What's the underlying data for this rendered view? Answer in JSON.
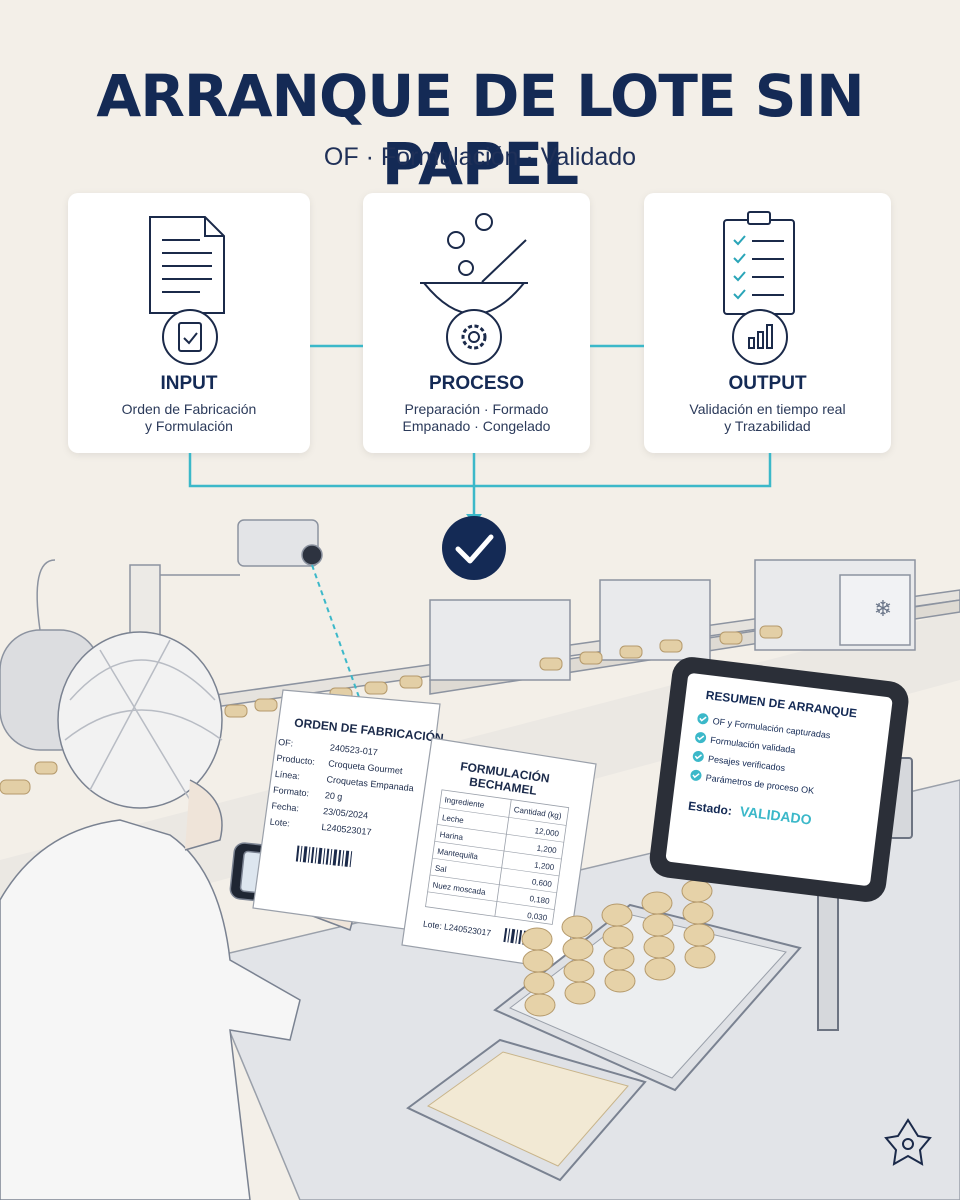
{
  "header": {
    "title": "ARRANQUE DE LOTE SIN PAPEL",
    "subtitle": "OF · Formulación · Validado"
  },
  "steps": [
    {
      "icon": "document-checklist-icon",
      "title": "INPUT",
      "line1": "Orden de Fabricación",
      "line2": "y Formulación"
    },
    {
      "icon": "mixing-bowl-gear-icon",
      "title": "PROCESO",
      "line1": "Preparación · Formado",
      "line2": "Empanado · Congelado"
    },
    {
      "icon": "clipboard-chart-icon",
      "title": "OUTPUT",
      "line1": "Validación en tiempo real",
      "line2": "y Trazabilidad"
    }
  ],
  "order_sheet": {
    "title": "ORDEN DE FABRICACIÓN",
    "rows": [
      {
        "label": "OF:",
        "value": "240523-017"
      },
      {
        "label": "Producto:",
        "value": "Croqueta Gourmet"
      },
      {
        "label": "Línea:",
        "value": "Croquetas Empanada"
      },
      {
        "label": "Formato:",
        "value": "20 g"
      },
      {
        "label": "Fecha:",
        "value": "23/05/2024"
      },
      {
        "label": "Lote:",
        "value": "L240523017"
      }
    ]
  },
  "formulation_sheet": {
    "title_line1": "FORMULACIÓN",
    "title_line2": "BECHAMEL",
    "col_ingredient": "Ingrediente",
    "col_quantity": "Cantidad (kg)",
    "rows": [
      {
        "ingredient": "Leche",
        "qty": "12,000"
      },
      {
        "ingredient": "Harina",
        "qty": "1,200"
      },
      {
        "ingredient": "Mantequilla",
        "qty": "1,200"
      },
      {
        "ingredient": "Sal",
        "qty": "0,600"
      },
      {
        "ingredient": "Nuez moscada",
        "qty": "0,180"
      },
      {
        "ingredient": "",
        "qty": "0,030"
      }
    ],
    "lot": "Lote: L240523017"
  },
  "tablet": {
    "title": "RESUMEN DE ARRANQUE",
    "checks": [
      "OF y Formulación capturadas",
      "Formulación validada",
      "Pesajes verificados",
      "Parámetros de proceso OK"
    ],
    "status_label": "Estado:",
    "status_value": "VALIDADO"
  },
  "colors": {
    "navy": "#142a55",
    "teal": "#3bb8c9",
    "background": "#f3efe8"
  }
}
